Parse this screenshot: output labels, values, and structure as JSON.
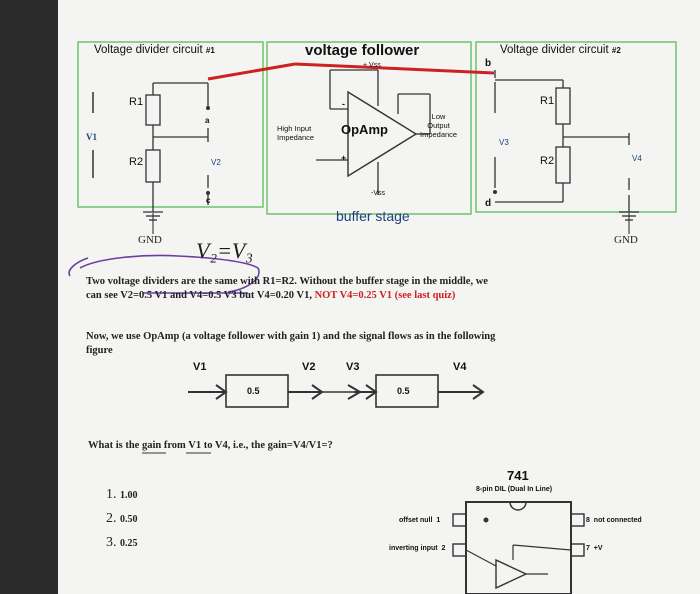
{
  "circuit": {
    "divider1_title": "Voltage divider circuit",
    "divider1_num": "#1",
    "follower_title": "voltage follower",
    "divider2_title": "Voltage divider circuit",
    "divider2_num": "#2",
    "r1_left": "R1",
    "r2_left": "R2",
    "v1": "V1",
    "v2": "V2",
    "node_a": "a",
    "node_c": "c",
    "vss_plus": "+ Vss",
    "vss_minus": "-Vss",
    "opamp": "OpAmp",
    "high_input": "High Input",
    "impedance": "Impedance",
    "low": "Low",
    "output": "Output",
    "low_impedance": "Impedance",
    "minus_sign": "-",
    "plus_sign": "+",
    "buffer_stage": "buffer stage",
    "node_b": "b",
    "node_d": "d",
    "r1_right": "R1",
    "r2_right": "R2",
    "v3": "V3",
    "v4": "V4",
    "gnd_left": "GND",
    "gnd_right": "GND"
  },
  "handwriting": {
    "equation": "V₂=V₃"
  },
  "text": {
    "para1_line1": "Two voltage dividers are the same with R1=R2. Without the buffer stage in the middle, we",
    "para1_line2_start": "can see V2=0.5 V1 and V4=0.5 V3 but V4=0.20 V1, ",
    "para1_red": "NOT V4=0.25 V1 (see last quiz)",
    "para2_line1": "Now, we use OpAmp (a voltage follower with gain 1) and the signal flows as in the following",
    "para2_line2": "figure",
    "question": "What is the gain from V1 to V4, i.e., the gain=V4/V1=?"
  },
  "flow": {
    "v1": "V1",
    "v2": "V2",
    "v3": "V3",
    "v4": "V4",
    "box1": "0.5",
    "box2": "0.5"
  },
  "answers": [
    {
      "num": "1.",
      "value": "1.00"
    },
    {
      "num": "2.",
      "value": "0.50"
    },
    {
      "num": "3.",
      "value": "0.25"
    }
  ],
  "ic741": {
    "title": "741",
    "subtitle": "8-pin DIL (Dual In Line)",
    "pin1": "offset null",
    "pin1_num": "1",
    "pin2": "inverting input",
    "pin2_num": "2",
    "pin8": "not connected",
    "pin8_num": "8",
    "pin7": "+V",
    "pin7_num": "7"
  },
  "colors": {
    "green": "#6cc46c",
    "red": "#cc2222",
    "purple": "#6a3fa0",
    "red_text": "#cc2222",
    "blue_text": "#1f3f7a"
  }
}
